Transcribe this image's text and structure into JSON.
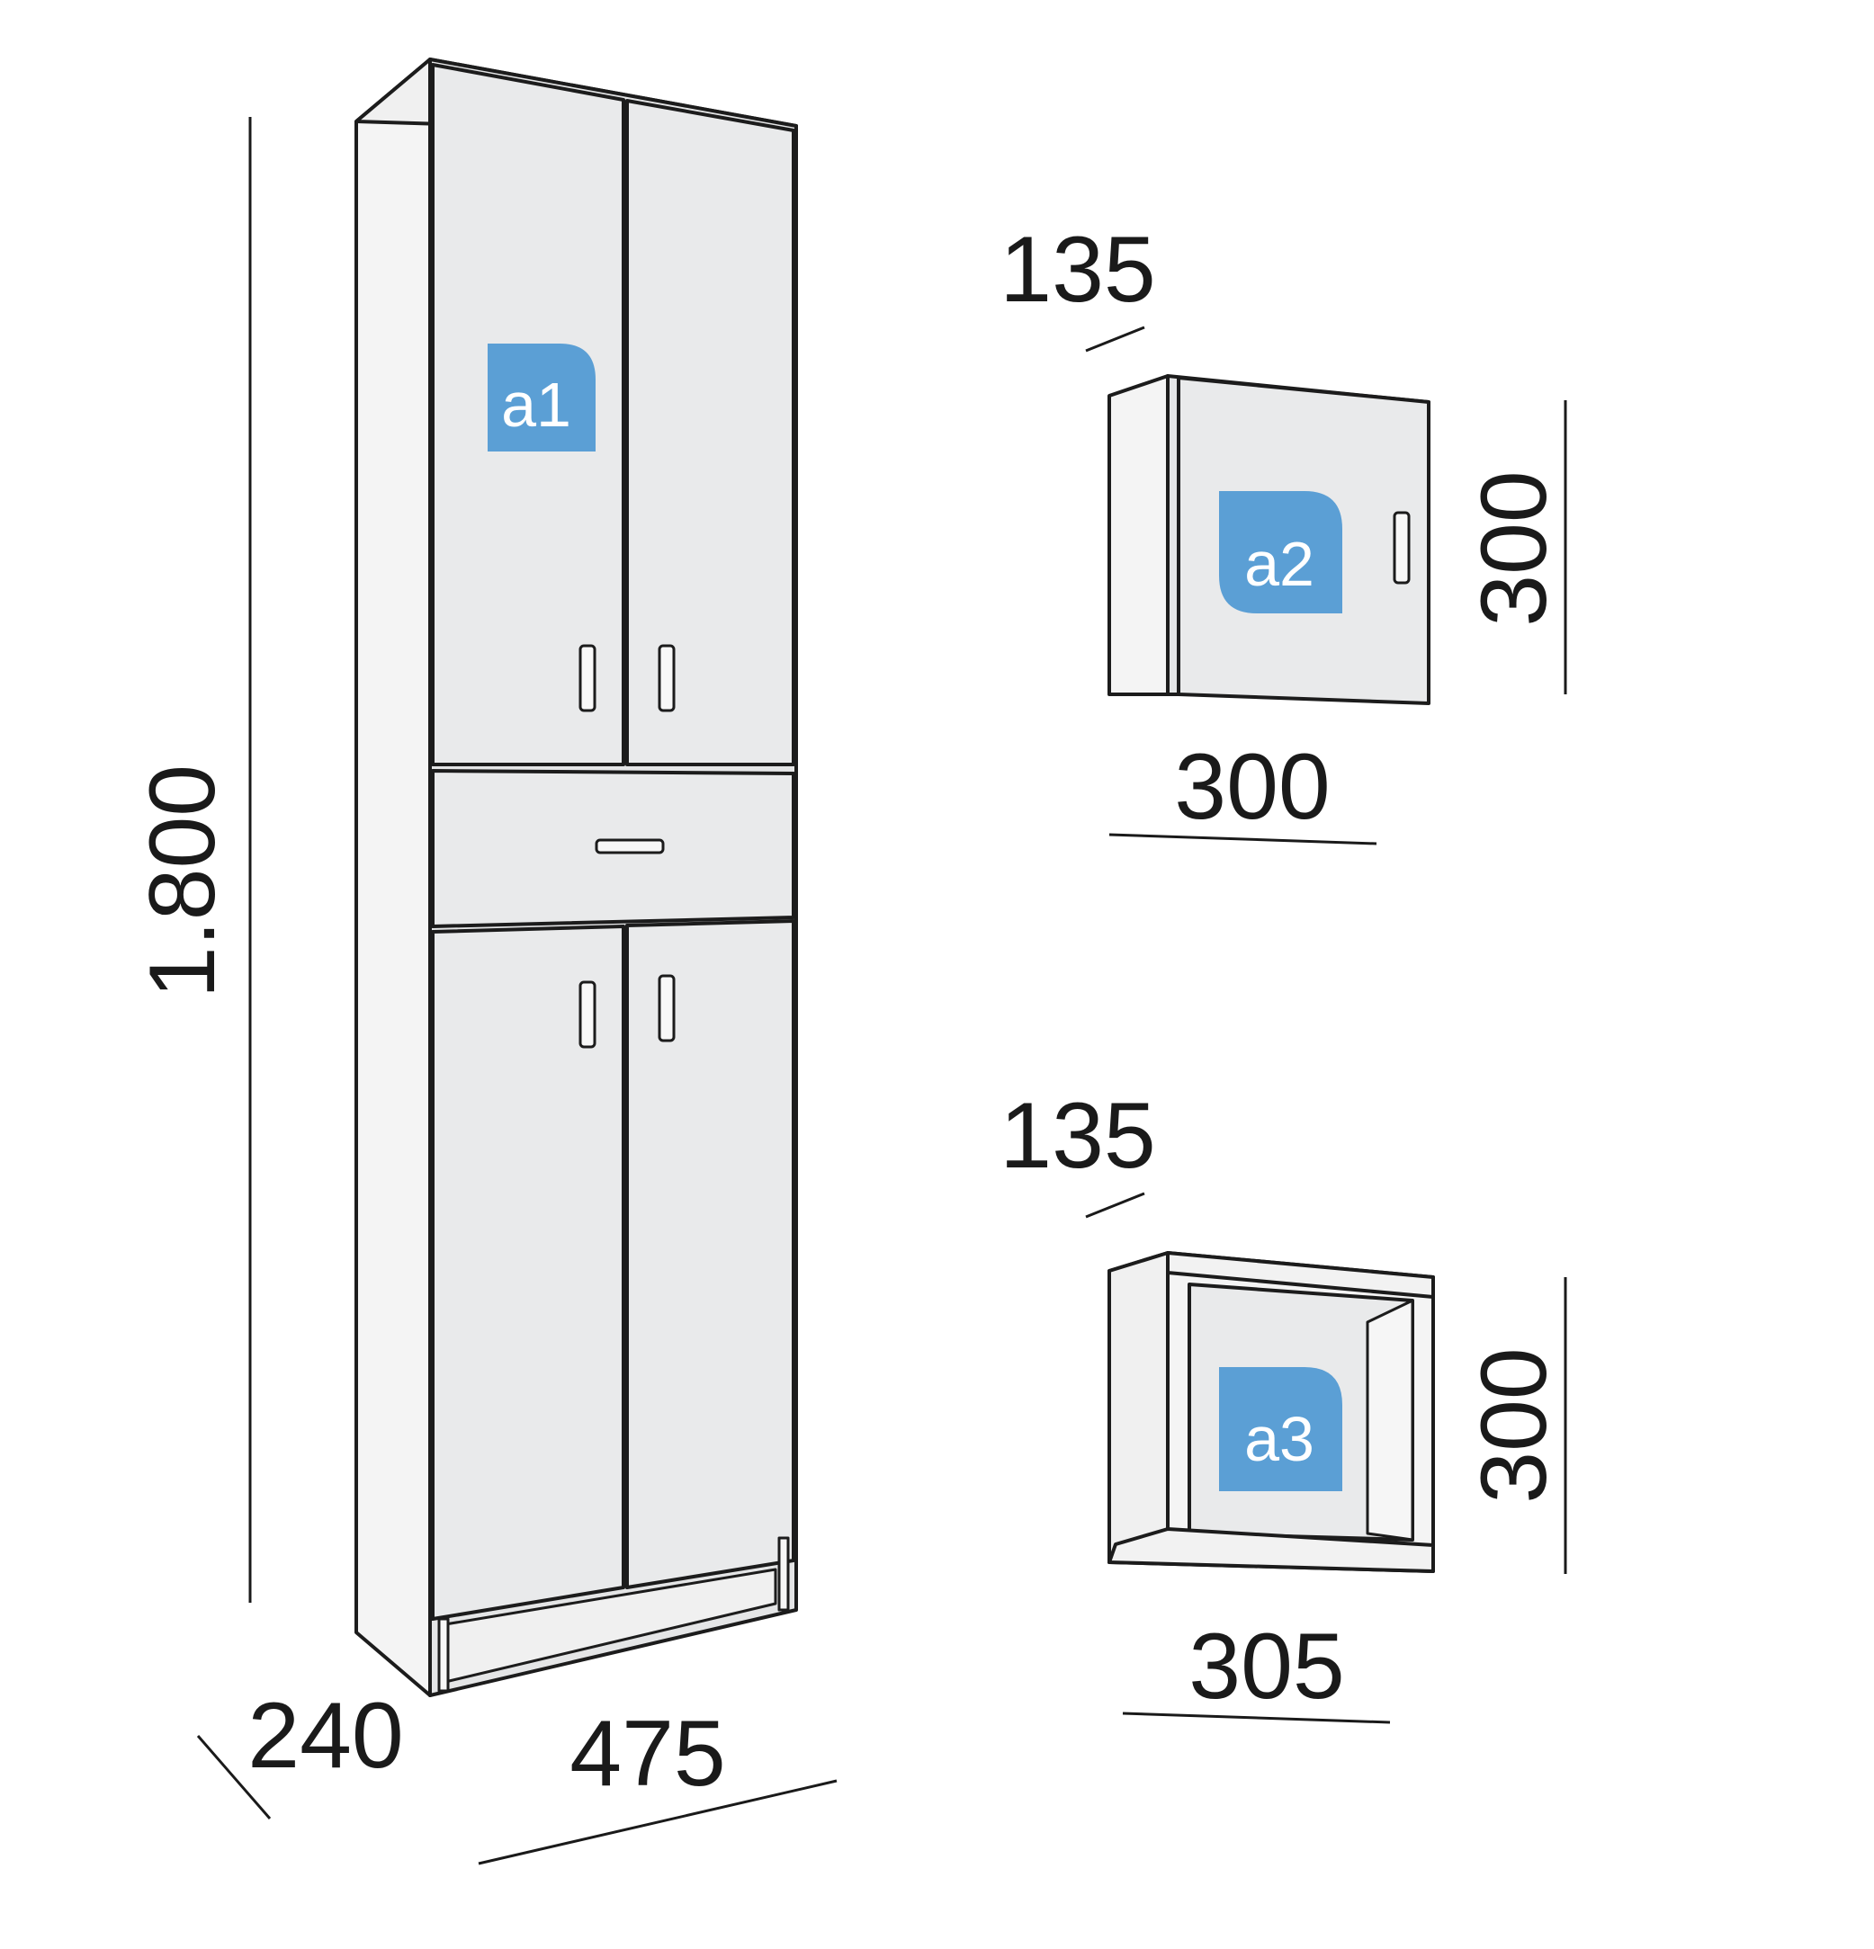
{
  "colors": {
    "badge": "#5b9fd5",
    "panel_front": "#e9eaeb",
    "panel_side": "#f4f4f4",
    "edge": "#1c1c1c",
    "dimension_line": "#1a1a1a"
  },
  "tall_cabinet": {
    "badge_label": "a1",
    "height_dim": "1.800",
    "depth_dim": "240",
    "width_dim": "475"
  },
  "wall_cabinet": {
    "badge_label": "a2",
    "depth_dim": "135",
    "height_dim": "300",
    "width_dim": "300"
  },
  "open_shelf": {
    "badge_label": "a3",
    "depth_dim": "135",
    "height_dim": "300",
    "width_dim": "305"
  }
}
